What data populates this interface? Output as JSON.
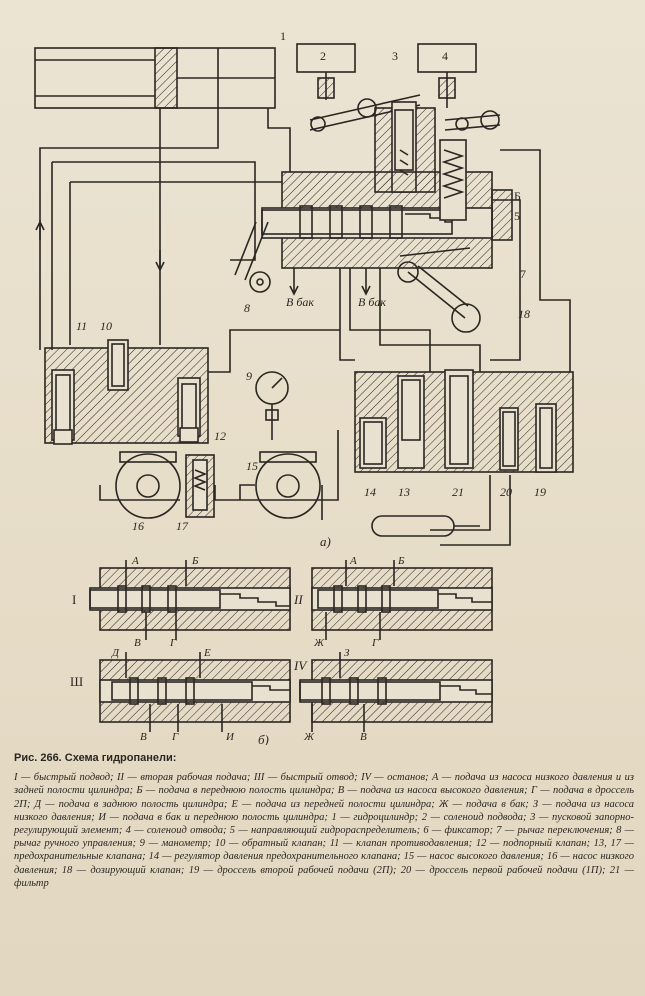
{
  "figure": {
    "callouts": {
      "n1": "1",
      "n2": "2",
      "n3": "3",
      "n4": "4",
      "n5": "5",
      "n6": "Б",
      "n7": "7",
      "n8": "8",
      "n9": "9",
      "n10": "10",
      "n11": "11",
      "n12": "12",
      "n13": "13",
      "n14": "14",
      "n15": "15",
      "n16": "16",
      "n17": "17",
      "n18": "18",
      "n19": "19",
      "n20": "20",
      "n21": "21"
    },
    "tank_left": "В бак",
    "tank_right": "В бак",
    "label_a": "а)",
    "label_b": "б)",
    "pos_I": "I",
    "pos_II": "II",
    "pos_III": "Ш",
    "pos_IV": "IV",
    "ports": {
      "I_A": "А",
      "I_B": "Б",
      "I_V": "В",
      "I_G": "Г",
      "II_A": "А",
      "II_B": "Б",
      "II_Zh": "Ж",
      "II_G": "Г",
      "III_D": "Д",
      "III_E": "Е",
      "III_V": "В",
      "III_G": "Г",
      "III_I": "И",
      "IV_Z": "З",
      "IV_Zh": "Ж",
      "IV_V": "В"
    }
  },
  "caption": {
    "title": "Рис. 266. Схема гидропанели:",
    "legend": "I — быстрый подвод; II — вторая рабочая подача; III — быстрый отвод; IV — останов; А — подача из насоса низкого давления и из задней полости цилиндра; Б — подача в переднюю полость цилиндра; В — подача из насоса высокого давления; Г — подача в дроссель 2П; Д — подача в заднюю полость цилиндра; Е — подача из передней полости цилиндра; Ж — подача в бак; З — подача из насоса низкого давления; И — подача в бак и переднюю полость цилиндра; 1 — гидроцилиндр; 2 — соленоид подвода; 3 — пусковой запорно-регулирующий элемент; 4 — соленоид отвода; 5 — направляющий гидрораспределитель; 6 — фиксатор; 7 — рычаг переключения; 8 — рычаг ручного управления; 9 — манометр; 10 — обратный клапан; 11 — клапан противодавления; 12 — подпорный клапан; 13, 17 — предохранительные клапана; 14 — регулятор давления предохранительного клапана; 15 — насос высокого давления; 16 — насос низкого давления; 18 — дозирующий клапан; 19 — дроссель второй рабочей подачи (2П); 20 — дроссель первой рабочей подачи (1П); 21 — фильтр"
  },
  "colors": {
    "ink": "#2a2622",
    "paper": "#e9e1cf"
  }
}
